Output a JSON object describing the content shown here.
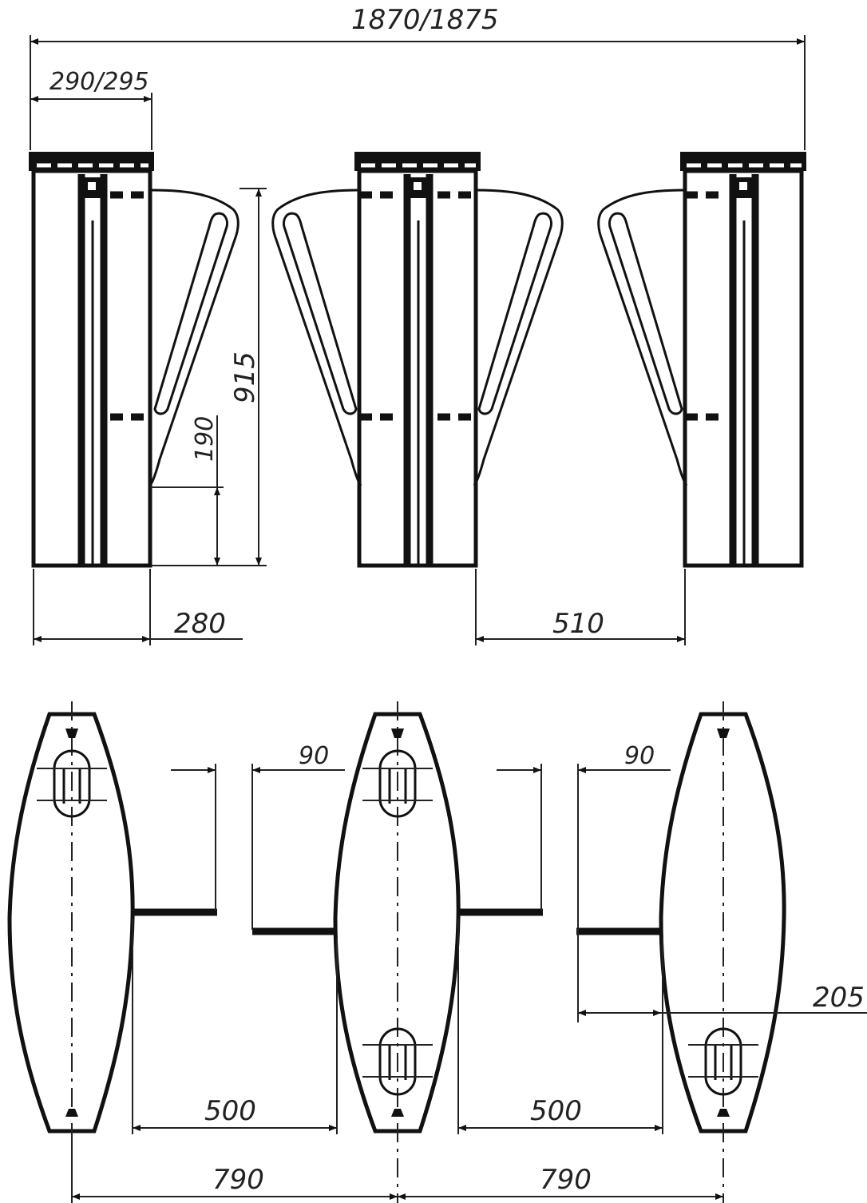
{
  "drawing": {
    "front_view": {
      "overall_width_label": "1870/1875",
      "post_width_label": "290/295",
      "height_label": "915",
      "bottom_clearance_label": "190",
      "post_depth_label": "280",
      "passage_width_label": "510"
    },
    "plan_view": {
      "flap_offset_label_left": "90",
      "flap_offset_label_right": "90",
      "flap_projection_label": "205",
      "flap_gap_label_left": "500",
      "flap_gap_label_right": "500",
      "axis_spacing_label_left": "790",
      "axis_spacing_label_right": "790"
    }
  }
}
